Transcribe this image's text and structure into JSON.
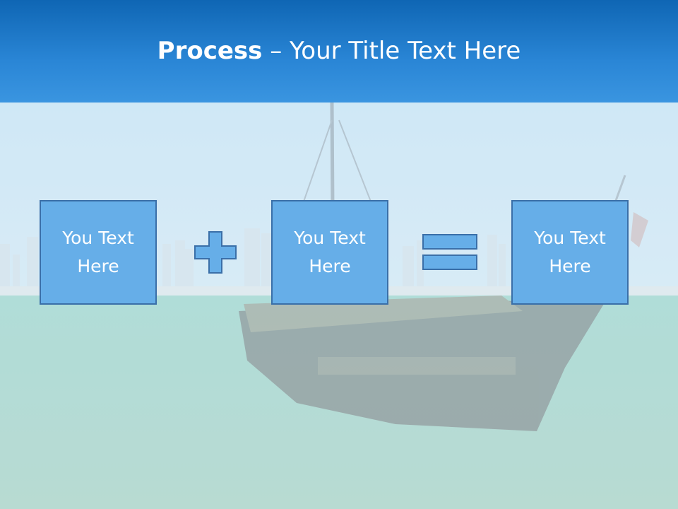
{
  "title": {
    "bold": "Process",
    "separator": " – ",
    "rest": "Your Title Text Here"
  },
  "boxes": [
    {
      "text": "You Text Here"
    },
    {
      "text": "You Text Here"
    },
    {
      "text": "You Text Here"
    }
  ],
  "operators": [
    "plus-icon",
    "equals-icon"
  ],
  "colors": {
    "title_bar": "#1f7bcc",
    "box_fill": "#66aee8",
    "box_border": "#3a6fa8",
    "title_text": "#ffffff",
    "box_text": "#ffffff"
  }
}
